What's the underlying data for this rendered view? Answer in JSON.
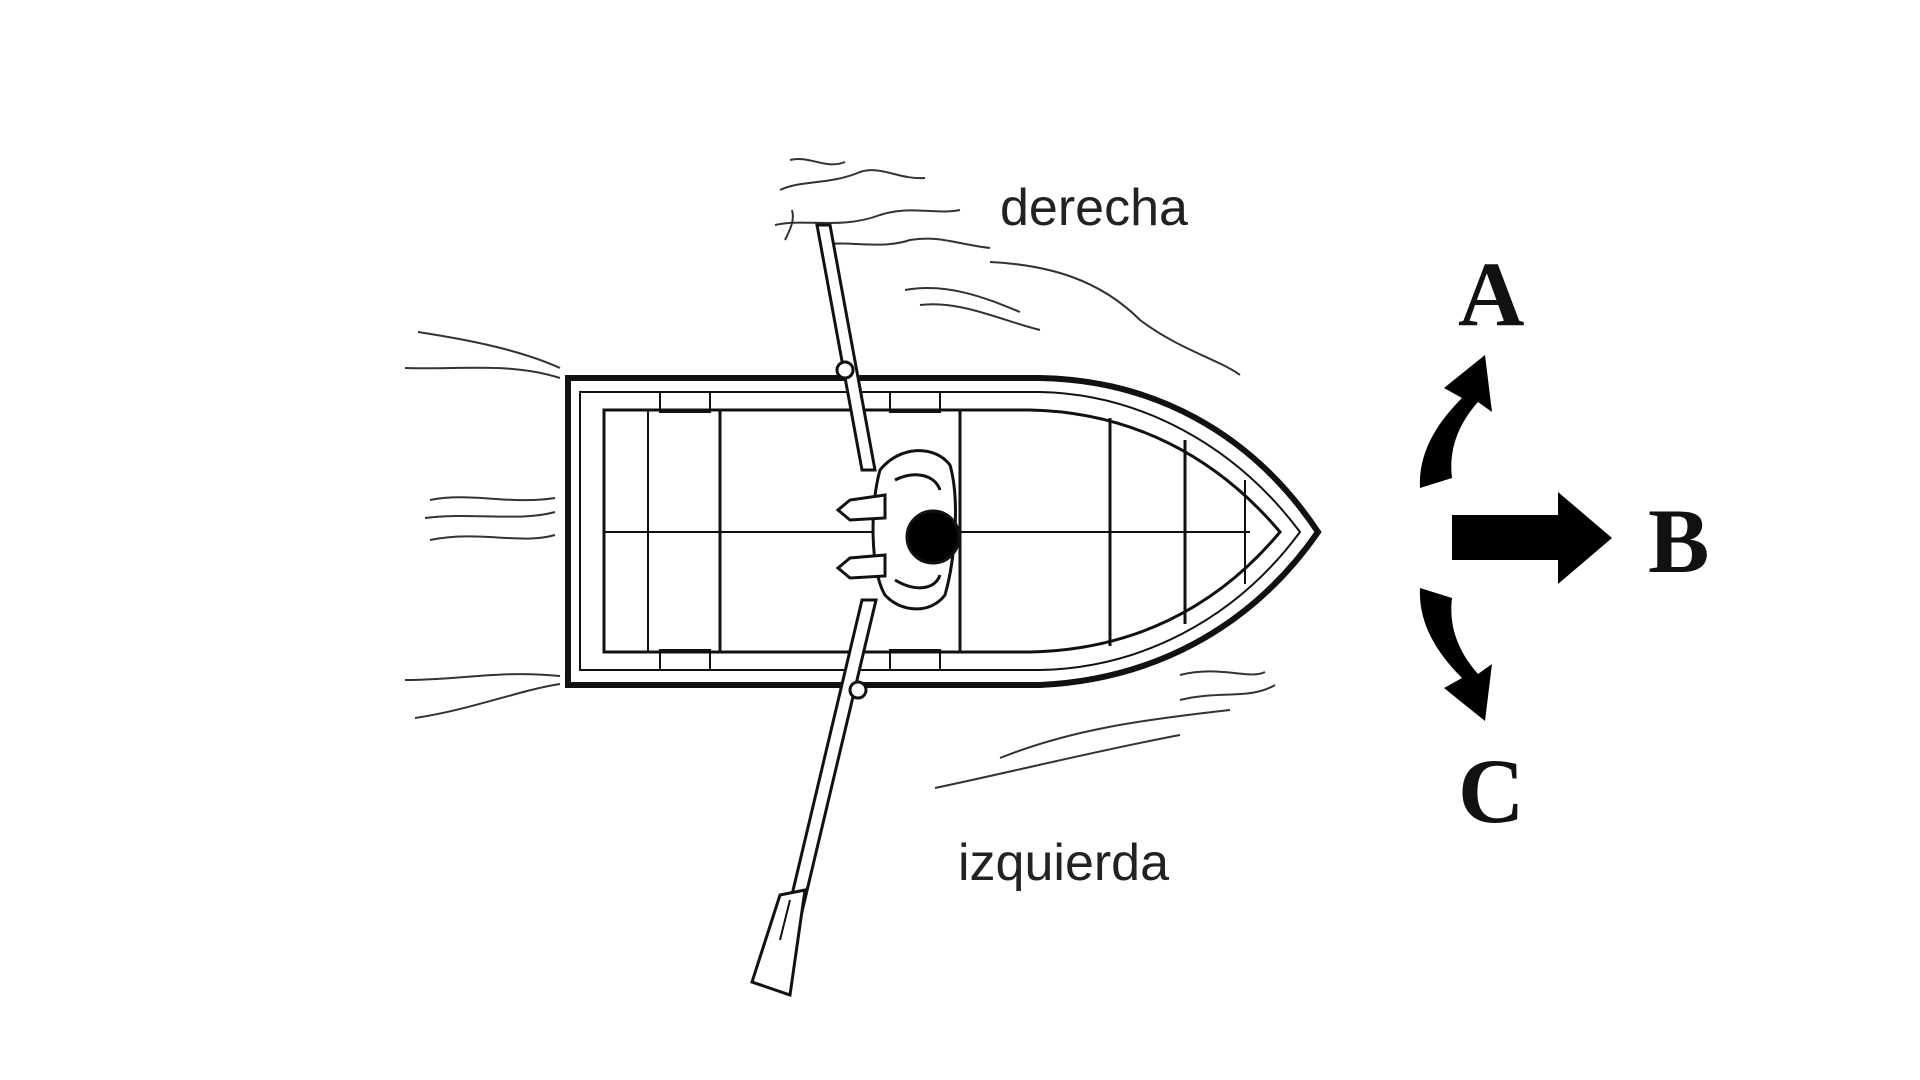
{
  "labels": {
    "starboard": "derecha",
    "port": "izquierda"
  },
  "options": [
    {
      "key": "A"
    },
    {
      "key": "B"
    },
    {
      "key": "C"
    }
  ],
  "colors": {
    "ink": "#111111",
    "background": "#ffffff"
  },
  "icons": {
    "boat": "rowboat-top-view-icon",
    "rower": "rower-icon",
    "oar": "oar-icon",
    "arrow_a": "curved-arrow-up-right-icon",
    "arrow_b": "arrow-right-icon",
    "arrow_c": "curved-arrow-down-right-icon"
  }
}
